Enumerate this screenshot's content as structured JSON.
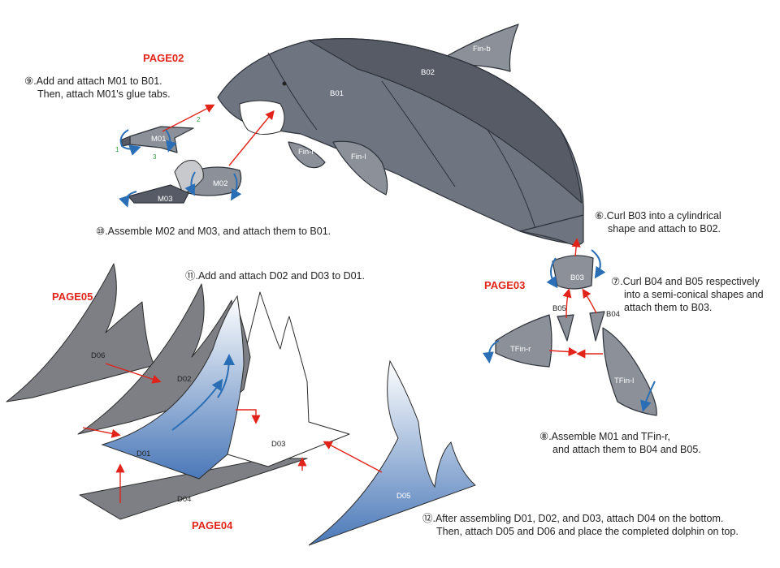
{
  "pages": {
    "page02": "PAGE02",
    "page03": "PAGE03",
    "page04": "PAGE04",
    "page05": "PAGE05"
  },
  "steps": {
    "s9_line1": "⑨.Add and attach M01 to B01.",
    "s9_line2": "Then, attach M01's glue tabs.",
    "s10": "⑩.Assemble M02 and M03, and attach them to B01.",
    "s11": "⑪.Add and attach D02 and D03 to D01.",
    "s6_line1": "⑥.Curl B03 into a cylindrical",
    "s6_line2": "shape and attach to B02.",
    "s7_line1": "⑦.Curl B04 and B05 respectively",
    "s7_line2": "into a semi-conical shapes and",
    "s7_line3": "attach them to B03.",
    "s8_line1": "⑧.Assemble M01 and TFin-r,",
    "s8_line2": "and attach them to B04 and B05.",
    "s12_line1": "⑫.After assembling D01, D02, and D03, attach D04 on the bottom.",
    "s12_line2": "Then, attach D05 and D06 and place the completed dolphin on top."
  },
  "parts": {
    "b01": "B01",
    "b02": "B02",
    "finb": "Fin-b",
    "finr": "Fin-r",
    "finl": "Fin-l",
    "m01": "M01",
    "m02": "M02",
    "m03": "M03",
    "b03": "B03",
    "b04": "B04",
    "b05": "B05",
    "tfinr": "TFin-r",
    "tfinl": "TFin-l",
    "d01": "D01",
    "d02": "D02",
    "d03": "D03",
    "d04": "D04",
    "d05": "D05",
    "d06": "D06"
  },
  "tab_numbers": {
    "n1": "1",
    "n2": "2",
    "n3": "3"
  },
  "colors": {
    "body_gray": "#6e7480",
    "arrow_red": "#e2231a",
    "arrow_blue": "#2a6fb5",
    "page_label_red": "#e2231a"
  }
}
